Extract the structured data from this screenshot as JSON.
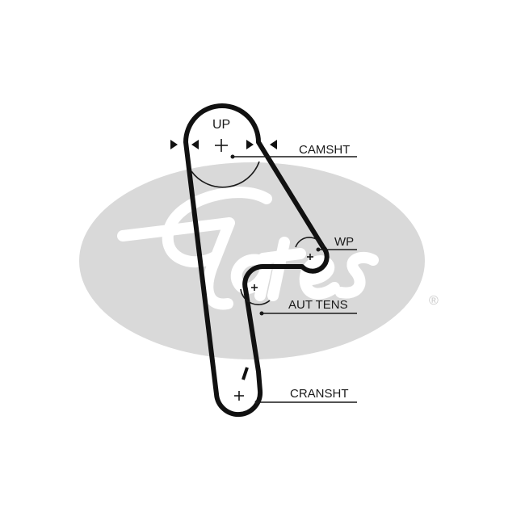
{
  "diagram": {
    "camshaft_label": "CAMSHT",
    "water_pump_label": "WP",
    "tensioner_label": "AUT TENS",
    "crankshaft_label": "CRANSHT",
    "up_marker_label": "UP",
    "registered_mark": "®",
    "watermark_logo": "Gates"
  },
  "colors": {
    "belt": "#111111",
    "watermark": "#d9d9d9",
    "text": "#1a1a1a"
  }
}
